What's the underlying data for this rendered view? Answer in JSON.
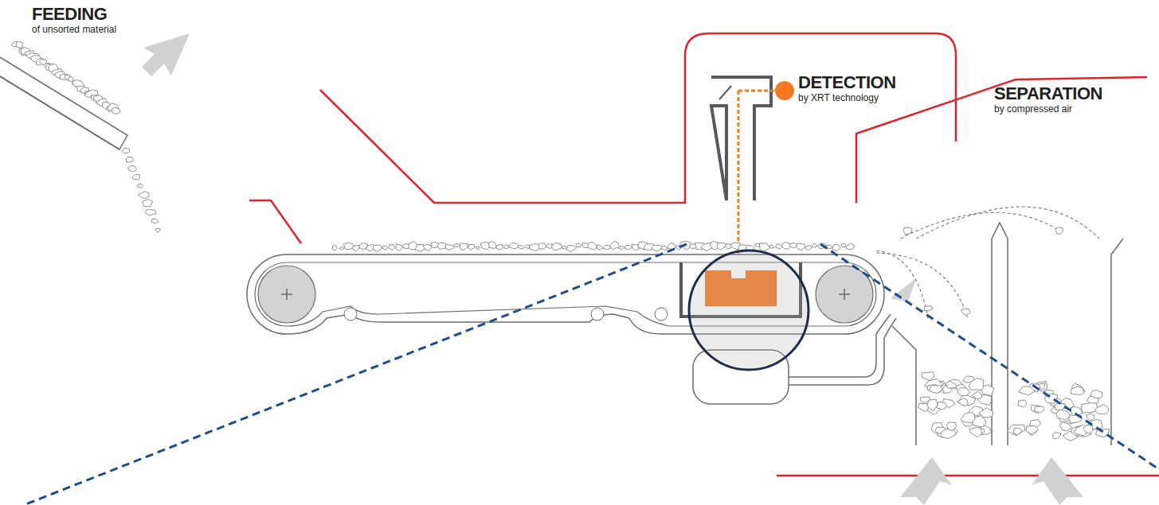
{
  "diagram": {
    "labels": [
      "FEEDING",
      "of unsorted material",
      "DETECTION",
      "by XRT technology",
      "SEPARATION",
      "by compressed air"
    ]
  }
}
